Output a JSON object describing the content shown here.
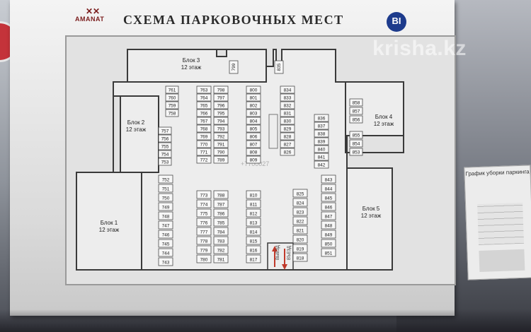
{
  "header": {
    "logo_text": "AMANAT",
    "title": "СХЕМА ПАРКОВОЧНЫХ МЕСТ",
    "badge": "BI"
  },
  "watermark": "krisha.kz",
  "phone_watermark": "+7700027",
  "blocks": [
    {
      "name": "Блок 3",
      "floors": "12 этаж"
    },
    {
      "name": "Блок 2",
      "floors": "12 этаж"
    },
    {
      "name": "Блок 4",
      "floors": "12 этаж"
    },
    {
      "name": "Блок 1",
      "floors": "12 этаж"
    },
    {
      "name": "Блок 5",
      "floors": "12 этаж"
    }
  ],
  "markers": {
    "entry": "ВЪЕЗД",
    "exit": "ВЫЕЗД"
  },
  "spots": {
    "left_wall_upper": [
      "761",
      "760",
      "759",
      "758"
    ],
    "left_wall_mid": [
      "757",
      "756",
      "755",
      "754",
      "753"
    ],
    "left_wall_lower": [
      "752",
      "751",
      "750",
      "749",
      "748",
      "747",
      "746",
      "745",
      "744",
      "743"
    ],
    "col_a_upper": [
      "763",
      "764",
      "765",
      "766",
      "767",
      "768",
      "769",
      "770",
      "771",
      "772"
    ],
    "col_b_upper": [
      "798",
      "797",
      "796",
      "795",
      "794",
      "793",
      "792",
      "791",
      "790",
      "789"
    ],
    "col_a_lower": [
      "773",
      "774",
      "775",
      "776",
      "777",
      "778",
      "779",
      "780"
    ],
    "col_b_lower": [
      "788",
      "787",
      "786",
      "785",
      "784",
      "783",
      "782",
      "781"
    ],
    "col_c_upper": [
      "800",
      "801",
      "802",
      "803",
      "804",
      "805",
      "806",
      "807",
      "808",
      "809"
    ],
    "col_c_lower": [
      "810",
      "811",
      "812",
      "813",
      "814",
      "815",
      "816",
      "817"
    ],
    "col_d_upper": [
      "834",
      "833",
      "832",
      "831",
      "830",
      "829",
      "828",
      "827",
      "826"
    ],
    "col_d_lower": [
      "825",
      "824",
      "823",
      "822",
      "821",
      "820",
      "819",
      "818"
    ],
    "col_e_upper": [
      "836",
      "837",
      "838",
      "839",
      "840",
      "841",
      "842"
    ],
    "col_e_lower": [
      "843",
      "844",
      "845",
      "846",
      "847",
      "848",
      "849",
      "850",
      "851"
    ],
    "right_upper": [
      "858",
      "857",
      "856"
    ],
    "right_mid": [
      "855",
      "854",
      "853"
    ],
    "top_row": [
      "799",
      "835"
    ]
  },
  "side_card": {
    "title": "График уборки паркинга"
  }
}
